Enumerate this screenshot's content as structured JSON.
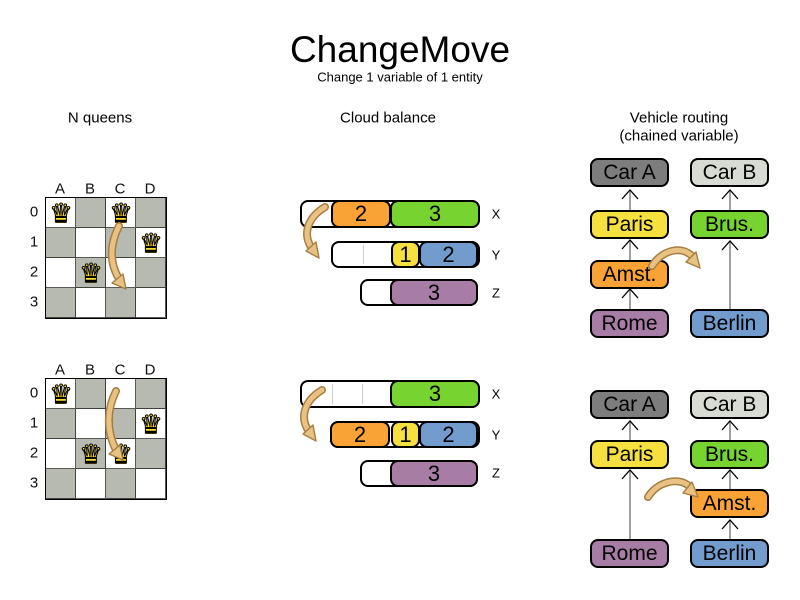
{
  "header": {
    "title": "ChangeMove",
    "subtitle": "Change 1 variable of 1 entity"
  },
  "sections": {
    "nqueens_title": "N queens",
    "cloud_title": "Cloud balance",
    "vehicle_title": "Vehicle routing",
    "vehicle_subtitle": "(chained variable)"
  },
  "nqueens": {
    "col_labels": [
      "A",
      "B",
      "C",
      "D"
    ],
    "row_labels": [
      "0",
      "1",
      "2",
      "3"
    ],
    "queen_glyph": "♛",
    "before": {
      "queens": [
        "A0",
        "C0",
        "D1",
        "B2"
      ],
      "move_from": "C0",
      "move_to": "C2"
    },
    "after": {
      "queens": [
        "A0",
        "D1",
        "B2",
        "C2"
      ],
      "move_from": "C0",
      "move_to": "C2"
    }
  },
  "cloud": {
    "row_labels": {
      "x": "X",
      "y": "Y",
      "z": "Z"
    },
    "before": {
      "x_blocks": [
        {
          "value": "2",
          "color": "orange"
        },
        {
          "value": "3",
          "color": "green"
        }
      ],
      "y_blocks": [
        {
          "value": "1",
          "color": "yellow"
        },
        {
          "value": "2",
          "color": "blue"
        }
      ],
      "z_blocks": [
        {
          "value": "3",
          "color": "purple"
        }
      ]
    },
    "after": {
      "x_blocks": [
        {
          "value": "3",
          "color": "green"
        }
      ],
      "y_blocks": [
        {
          "value": "2",
          "color": "orange"
        },
        {
          "value": "1",
          "color": "yellow"
        },
        {
          "value": "2",
          "color": "blue"
        }
      ],
      "z_blocks": [
        {
          "value": "3",
          "color": "purple"
        }
      ]
    }
  },
  "vehicle": {
    "before": {
      "left_chain": [
        "Car A",
        "Paris",
        "Amst.",
        "Rome"
      ],
      "right_chain": [
        "Car B",
        "Brus.",
        "Berlin"
      ]
    },
    "after": {
      "left_chain": [
        "Car A",
        "Paris",
        "Rome"
      ],
      "right_chain": [
        "Car B",
        "Brus.",
        "Amst.",
        "Berlin"
      ]
    }
  },
  "colors": {
    "block_orange": "#f9a235",
    "block_green": "#77d32f",
    "block_yellow": "#f5e03f",
    "block_blue": "#719ccd",
    "block_purple": "#a87da5",
    "car_a_gray": "#7d7d7d",
    "car_b_gray": "#d8dbd3",
    "board_dark_cell": "#b6bab0",
    "queen_yellow": "#ffdf2b",
    "move_arrow_tan": "#e8c183",
    "move_arrow_outline": "#a57e42",
    "chain_line_gray": "#808080"
  }
}
